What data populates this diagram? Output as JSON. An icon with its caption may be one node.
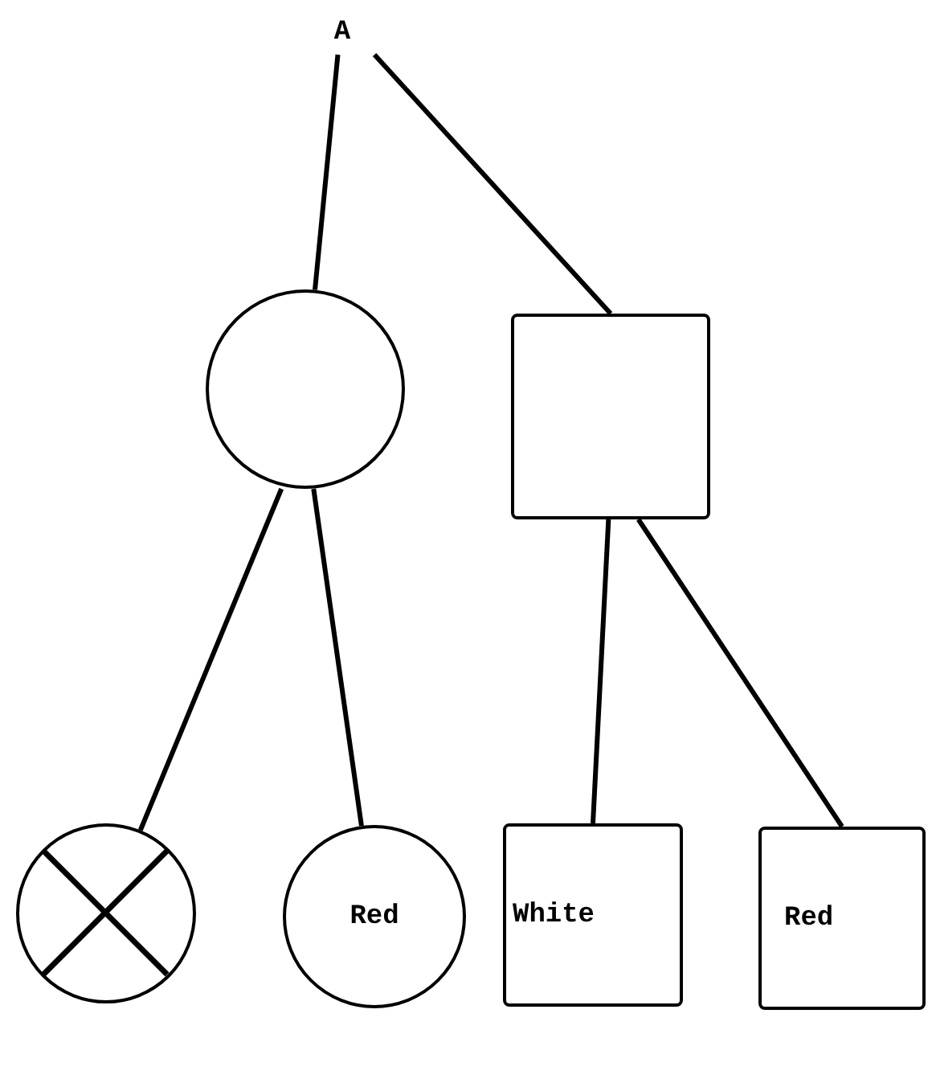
{
  "diagram": {
    "nodes": [
      {
        "text": [
          "A"
        ]
      },
      {
        "text": [],
        "shape": "circle"
      },
      {
        "text": [],
        "shape": "box"
      },
      {
        "text": [],
        "shape": "circle"
      },
      {
        "text": [
          "Red"
        ]
      },
      {
        "text": [
          "White"
        ]
      },
      {
        "text": [
          "Red"
        ]
      }
    ],
    "edges": [
      {
        "from": 0,
        "to": 1,
        "arrow": "none"
      },
      {
        "from": 0,
        "to": 2,
        "arrow": "none"
      },
      {
        "from": 1,
        "to": 3,
        "arrow": "none"
      },
      {
        "from": 1,
        "to": 4,
        "arrow": "none"
      },
      {
        "from": 2,
        "to": 5,
        "arrow": "none"
      },
      {
        "from": 2,
        "to": 6,
        "arrow": "none"
      }
    ]
  }
}
